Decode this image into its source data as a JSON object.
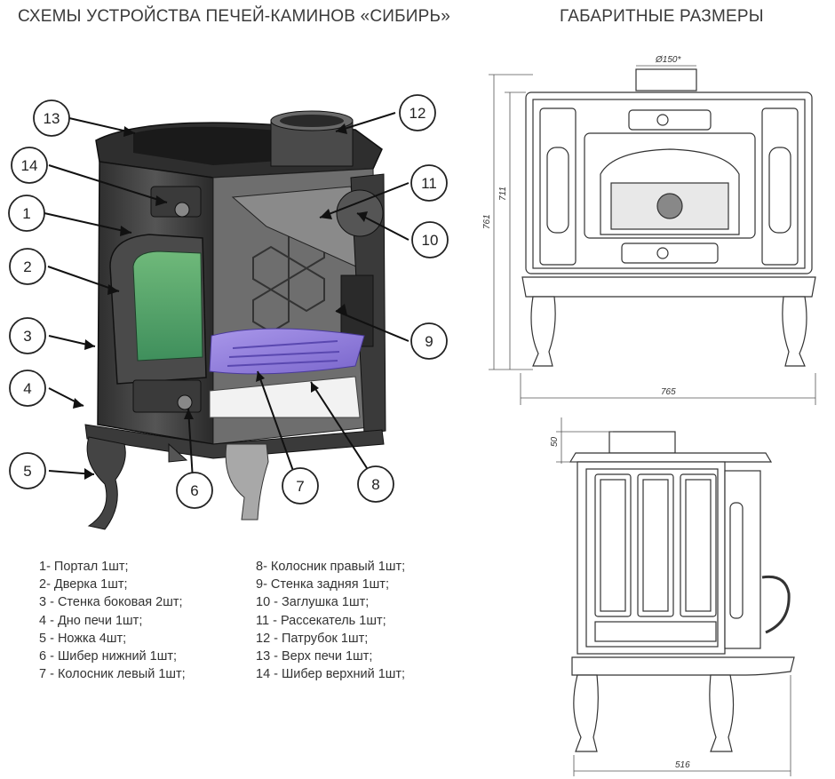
{
  "titles": {
    "left": "СХЕМЫ УСТРОЙСТВА ПЕЧЕЙ-КАМИНОВ «СИБИРЬ»",
    "right": "ГАБАРИТНЫЕ РАЗМЕРЫ"
  },
  "callouts": [
    "13",
    "12",
    "14",
    "11",
    "1",
    "10",
    "2",
    "9",
    "3",
    "4",
    "5",
    "6",
    "7",
    "8"
  ],
  "legend_left": [
    "1- Портал 1шт;",
    "2- Дверка 1шт;",
    "3 - Стенка боковая 2шт;",
    "4 - Дно печи 1шт;",
    "5 - Ножка 4шт;",
    "6 - Шибер нижний 1шт;",
    "7 - Колосник левый 1шт;"
  ],
  "legend_right": [
    "8- Колосник правый 1шт;",
    "9- Стенка задняя 1шт;",
    "10 - Заглушка 1шт;",
    "11 - Рассекатель 1шт;",
    "12 - Патрубок 1шт;",
    "13 - Верх печи 1шт;",
    "14 - Шибер верхний 1шт;"
  ],
  "dimensions": {
    "pipe_diameter": "Ø150*",
    "total_height": "761",
    "body_height": "711",
    "width": "765",
    "pipe_height": "50",
    "depth": "516"
  },
  "colors": {
    "glass": "#5fa868",
    "grate": "#8a78d8",
    "metal": "#3d3d3d"
  }
}
